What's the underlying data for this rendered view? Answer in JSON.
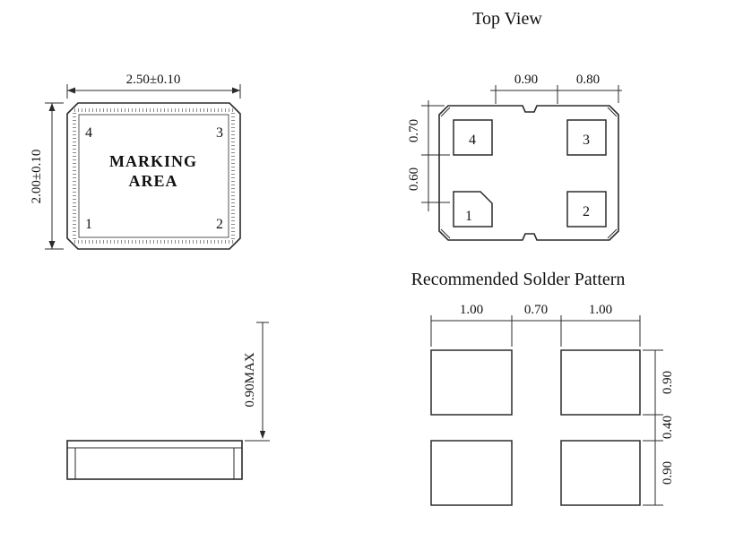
{
  "colors": {
    "background": "#ffffff",
    "line": "#2b2b2b"
  },
  "marking_view": {
    "dim_width": "2.50±0.10",
    "dim_height": "2.00±0.10",
    "marking_line1": "MARKING",
    "marking_line2": "AREA",
    "pin1": "1",
    "pin2": "2",
    "pin3": "3",
    "pin4": "4"
  },
  "top_view": {
    "title": "Top View",
    "dim_top_left": "0.90",
    "dim_top_right": "0.80",
    "dim_side_upper": "0.70",
    "dim_side_lower": "0.60",
    "pin1": "1",
    "pin2": "2",
    "pin3": "3",
    "pin4": "4"
  },
  "side_view": {
    "dim_height": "0.90MAX"
  },
  "solder_pattern": {
    "title": "Recommended Solder Pattern",
    "dim_pad_left_width": "1.00",
    "dim_gap_width": "0.70",
    "dim_pad_right_width": "1.00",
    "dim_pad_top_height": "0.90",
    "dim_row_gap": "0.40",
    "dim_pad_bottom_height": "0.90"
  }
}
